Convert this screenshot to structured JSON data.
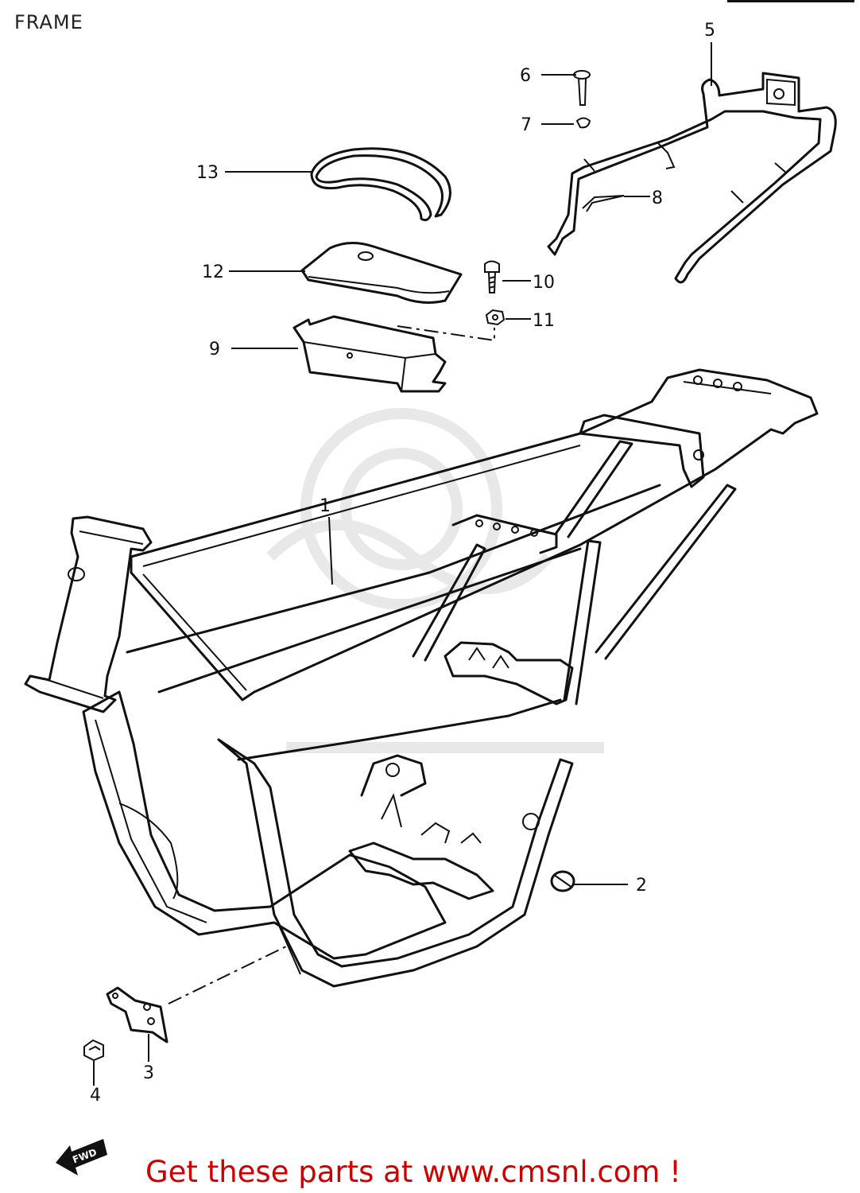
{
  "header": {
    "title": "FRAME"
  },
  "callouts": {
    "frame": "1",
    "cap": "2",
    "bracket": "3",
    "bolt_4": "4",
    "seat_rail": "5",
    "pin": "6",
    "clip": "7",
    "spring_clip": "8",
    "battery_box": "9",
    "bolt_10": "10",
    "nut": "11",
    "cover": "12",
    "band": "13"
  },
  "direction_marker": "FWD",
  "footer": {
    "text": "Get these parts at www.cmsnl.com !"
  },
  "colors": {
    "line": "#111111",
    "footer_text": "#cc0000",
    "watermark": "#e6e6e6"
  }
}
